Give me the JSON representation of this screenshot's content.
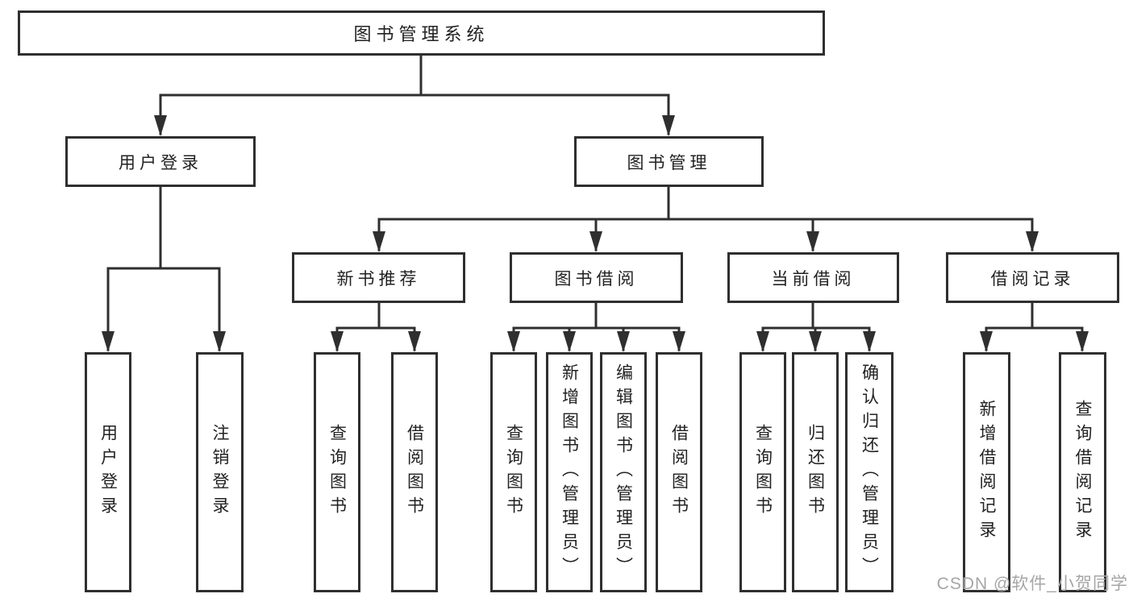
{
  "tree": {
    "label": "图书管理系统",
    "children": [
      {
        "label": "用户登录",
        "children": [
          {
            "label": "用户登录"
          },
          {
            "label": "注销登录"
          }
        ]
      },
      {
        "label": "图书管理",
        "children": [
          {
            "label": "新书推荐",
            "children": [
              {
                "label": "查询图书"
              },
              {
                "label": "借阅图书"
              }
            ]
          },
          {
            "label": "图书借阅",
            "children": [
              {
                "label": "查询图书"
              },
              {
                "label": "新增图书（管理员）"
              },
              {
                "label": "编辑图书（管理员）"
              },
              {
                "label": "借阅图书"
              }
            ]
          },
          {
            "label": "当前借阅",
            "children": [
              {
                "label": "查询图书"
              },
              {
                "label": "归还图书"
              },
              {
                "label": "确认归还（管理员）"
              }
            ]
          },
          {
            "label": "借阅记录",
            "children": [
              {
                "label": "新增借阅记录"
              },
              {
                "label": "查询借阅记录"
              }
            ]
          }
        ]
      }
    ]
  },
  "watermark": {
    "text": "CSDN @软件_小贺同学"
  },
  "colors": {
    "line": "#2f2f2f",
    "text": "#222222",
    "watermark": "#a6a6a6",
    "background": "#ffffff"
  }
}
